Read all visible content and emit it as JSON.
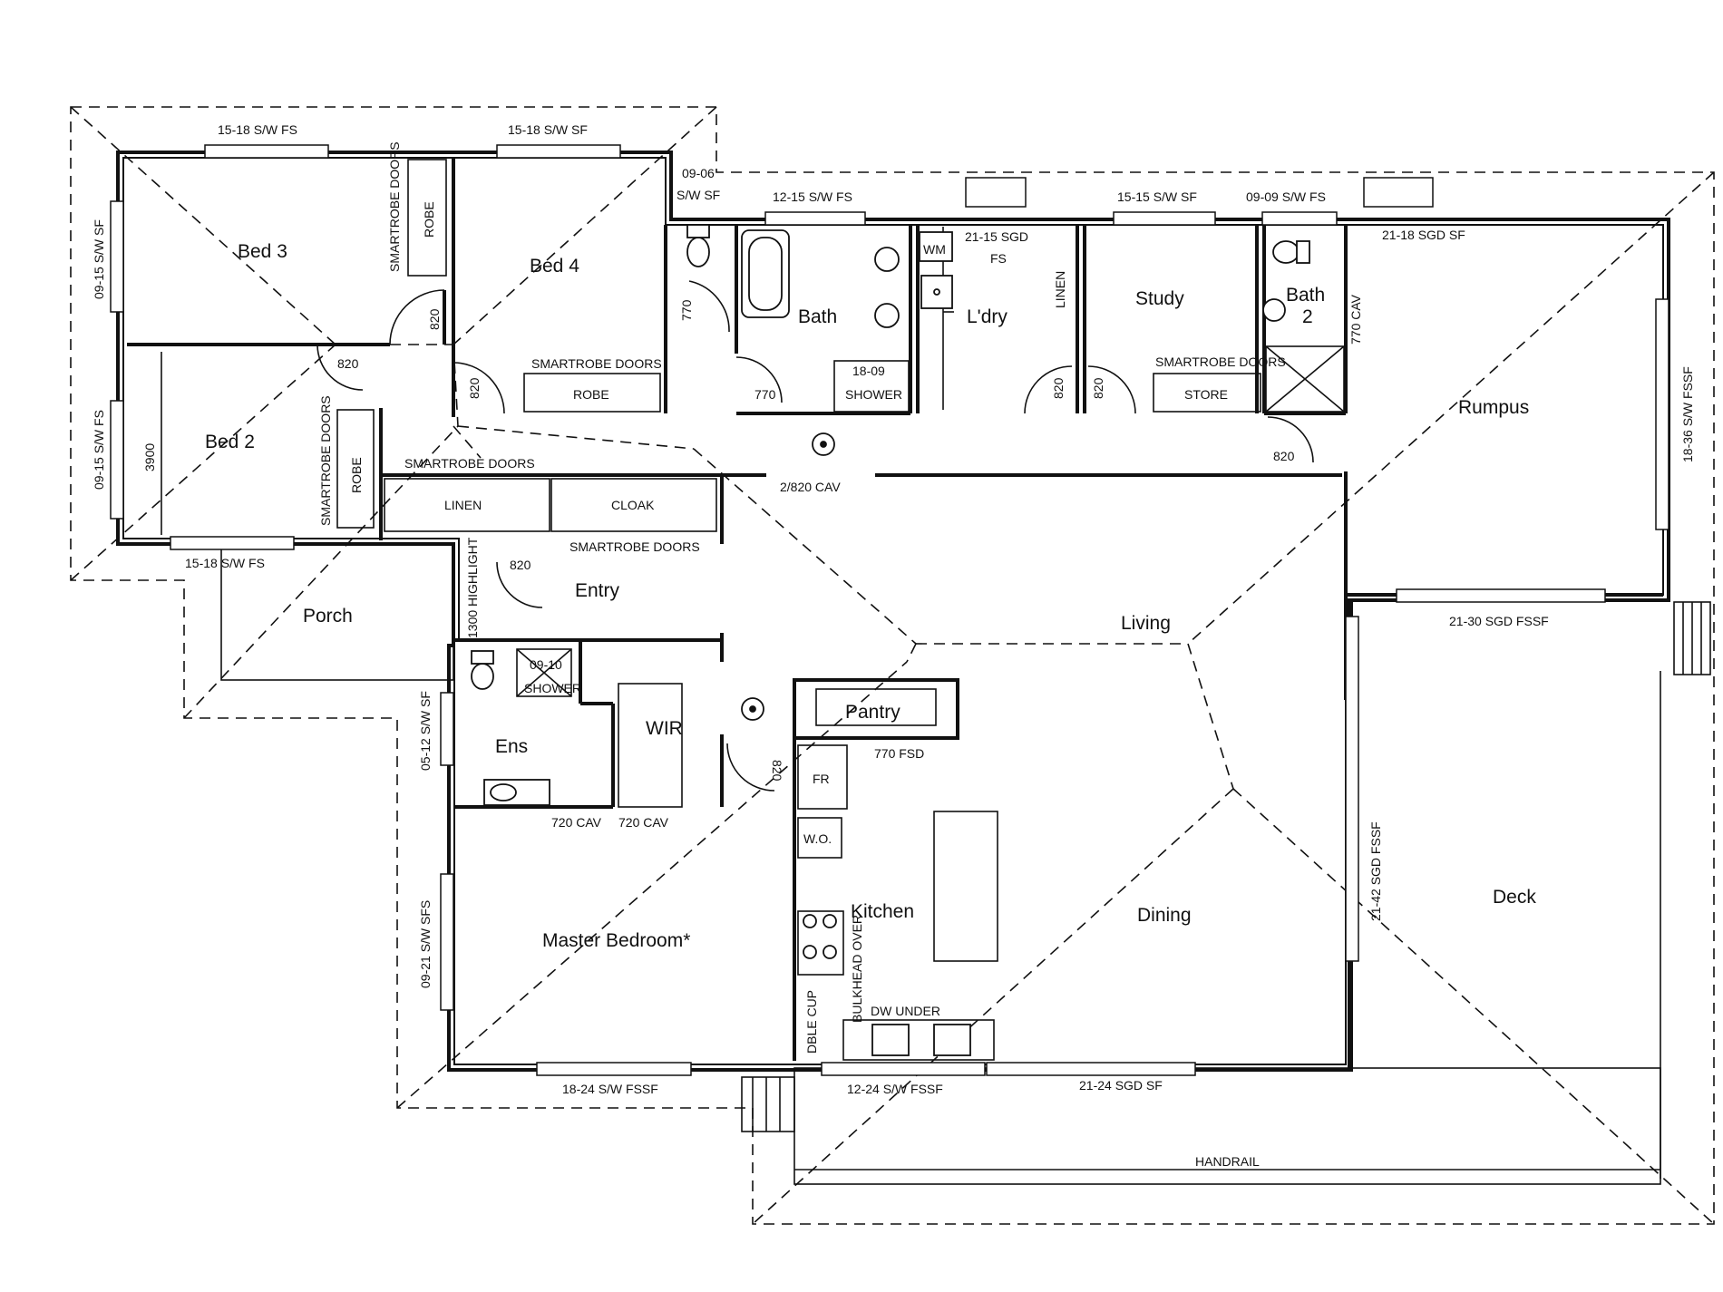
{
  "rooms": {
    "bed3": "Bed 3",
    "bed4": "Bed 4",
    "bed2": "Bed 2",
    "bath": "Bath",
    "laundry": "L'dry",
    "study": "Study",
    "bath2_a": "Bath",
    "bath2_b": "2",
    "rumpus": "Rumpus",
    "porch": "Porch",
    "entry": "Entry",
    "living": "Living",
    "ens": "Ens",
    "wir": "WIR",
    "pantry": "Pantry",
    "kitchen": "Kitchen",
    "dining": "Dining",
    "master": "Master Bedroom*",
    "deck": "Deck"
  },
  "storage": {
    "robe_bed3": "ROBE",
    "robe_bed4": "ROBE",
    "robe_bed2": "ROBE",
    "store": "STORE",
    "linen": "LINEN",
    "cloak": "CLOAK",
    "linen_cupboard": "LINEN",
    "fridge": "FR",
    "wall_oven": "W.O.",
    "wm": "WM",
    "shower_bath": "SHOWER",
    "shower_bath_size": "18-09",
    "shower_ens": "SHOWER",
    "shower_ens_size": "09-10"
  },
  "annotations": {
    "win_bed3_top": "15-18 S/W FS",
    "win_bed4_top": "15-18 S/W SF",
    "win_bed3_left": "09-15 S/W SF",
    "win_bed2_left": "09-15 S/W FS",
    "win_bed2_bottom": "15-18 S/W FS",
    "win_corner_a": "09-06",
    "win_corner_b": "S/W SF",
    "win_bath_top": "12-15 S/W FS",
    "win_study_top": "15-15 S/W SF",
    "win_bath2_top": "09-09 S/W FS",
    "win_rumpus_top": "21-18 SGD SF",
    "win_rumpus_right": "18-36 S/W FSSF",
    "win_rumpus_bottom": "21-30 SGD FSSF",
    "laundry_door_a": "21-15 SGD",
    "laundry_door_b": "FS",
    "door_bed3": "820",
    "door_bed2": "820",
    "door_bed4": "820",
    "door_bath_side": "770",
    "door_bath_bottom": "770",
    "door_laundry": "820",
    "door_study": "820",
    "bath2_cav": "770 CAV",
    "door_rumpus": "820",
    "hall_cav": "2/820 CAV",
    "robe_doors_bed3": "SMARTROBE DOORS",
    "robe_doors_bed4": "SMARTROBE DOORS",
    "robe_doors_study": "SMARTROBE DOORS",
    "robe_doors_bed2": "SMARTROBE DOORS",
    "robe_doors_linen": "SMARTROBE DOORS",
    "robe_doors_cloak": "SMARTROBE DOORS",
    "bed2_dim": "3900",
    "door_entry": "820",
    "highlight": "1300 HIGHLIGHT",
    "win_ens": "05-12 S/W SF",
    "cav_ens": "720 CAV",
    "cav_wir": "720 CAV",
    "door_master": "820",
    "pantry_door": "770 FSD",
    "win_master_side": "09-21 S/W SFS",
    "win_master_bottom": "18-24 S/W FSSF",
    "win_kitchen_bottom": "12-24 S/W FSSF",
    "win_dining_bottom": "21-24 SGD SF",
    "dining_side": "21-42 SGD FSSF",
    "dw_under": "DW UNDER",
    "bulkhead": "BULKHEAD OVER",
    "dble_cup": "DBLE CUP",
    "handrail": "HANDRAIL"
  }
}
